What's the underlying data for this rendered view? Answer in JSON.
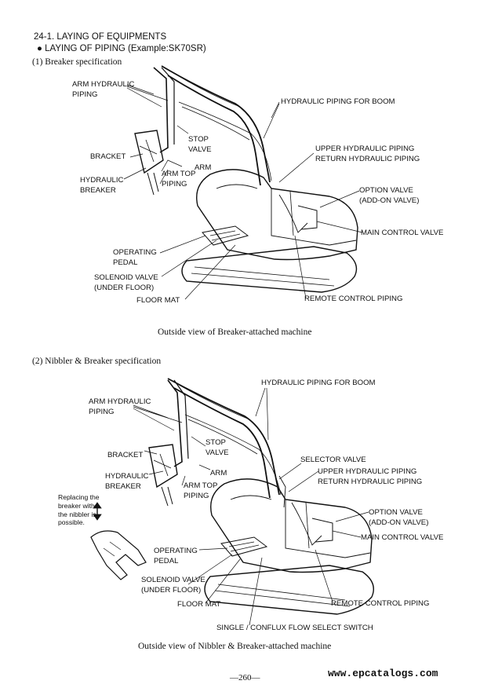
{
  "header": {
    "section": "24-1. LAYING OF EQUIPMENTS",
    "subsection": "LAYING OF PIPING (Example:SK70SR)",
    "bullet": "●"
  },
  "figure1": {
    "heading": "(1)  Breaker specification",
    "labels": {
      "arm_hydraulic": "ARM HYDRAULIC",
      "piping": "PIPING",
      "hydraulic_piping_boom": "HYDRAULIC PIPING FOR BOOM",
      "stop": "STOP",
      "valve": "VALVE",
      "bracket": "BRACKET",
      "arm": "ARM",
      "upper_hydraulic": "UPPER HYDRAULIC PIPING",
      "return_hydraulic": "RETURN HYDRAULIC PIPING",
      "hydraulic": "HYDRAULIC",
      "breaker": "BREAKER",
      "arm_top": "ARM TOP",
      "arm_top_piping": "PIPING",
      "option_valve": "OPTION VALVE",
      "add_on_valve": "(ADD-ON VALVE)",
      "main_control_valve": "MAIN CONTROL VALVE",
      "operating": "OPERATING",
      "pedal": "PEDAL",
      "solenoid_valve": "SOLENOID VALVE",
      "under_floor": "(UNDER FLOOR)",
      "floor_mat": "FLOOR MAT",
      "remote_control": "REMOTE CONTROL PIPING"
    },
    "caption": "Outside view of Breaker-attached machine"
  },
  "figure2": {
    "heading": "(2)  Nibbler & Breaker specification",
    "labels": {
      "hydraulic_piping_boom": "HYDRAULIC PIPING FOR BOOM",
      "arm_hydraulic": "ARM HYDRAULIC",
      "piping": "PIPING",
      "stop": "STOP",
      "valve": "VALVE",
      "bracket": "BRACKET",
      "selector_valve": "SELECTOR VALVE",
      "hydraulic": "HYDRAULIC",
      "breaker": "BREAKER",
      "arm": "ARM",
      "upper_hydraulic": "UPPER HYDRAULIC PIPING",
      "arm_top": "ARM TOP",
      "arm_top_piping": "PIPING",
      "return_hydraulic": "RETURN HYDRAULIC PIPING",
      "replace_1": "Replacing the",
      "replace_2": "breaker with",
      "replace_3": "the nibbler is",
      "replace_4": "possible.",
      "option_valve": "OPTION VALVE",
      "add_on_valve": "(ADD-ON VALVE)",
      "main_control_valve": "MAIN CONTROL VALVE",
      "operating": "OPERATING",
      "pedal": "PEDAL",
      "solenoid_valve": "SOLENOID VALVE",
      "under_floor": "(UNDER FLOOR)",
      "floor_mat": "FLOOR MAT",
      "remote_control": "REMOTE CONTROL PIPING",
      "single_conflux": "SINGLE / CONFLUX FLOW SELECT SWITCH"
    },
    "caption": "Outside view of Nibbler & Breaker-attached machine"
  },
  "footer": {
    "page_number": "—260—",
    "watermark": "www.epcatalogs.com"
  }
}
